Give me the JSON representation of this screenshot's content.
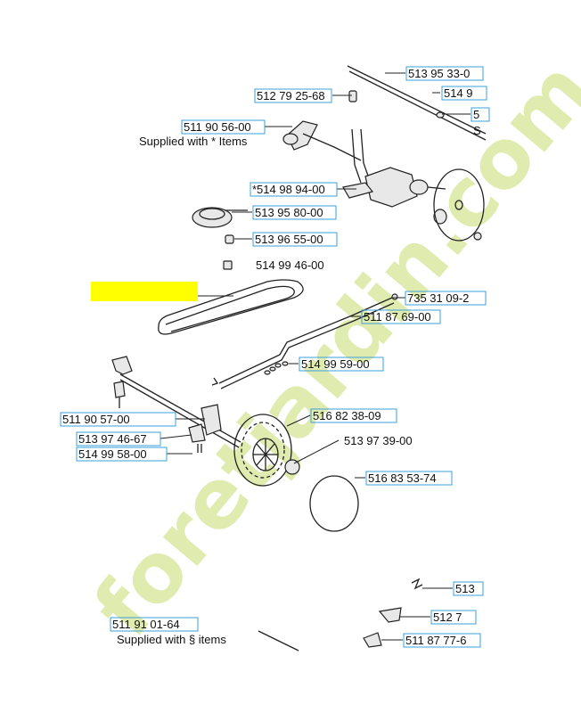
{
  "watermark": {
    "text": "foretjardin.com",
    "color": "#c8dc6e"
  },
  "highlight": {
    "color": "#ffff00"
  },
  "parts": [
    {
      "id": "p1",
      "number": "513 95 33-0",
      "boxed": true
    },
    {
      "id": "p2",
      "number": "512 79 25-68",
      "boxed": true
    },
    {
      "id": "p3",
      "number": "514 9",
      "boxed": true
    },
    {
      "id": "p4",
      "number": "5",
      "boxed": true
    },
    {
      "id": "p5",
      "number": "511 90 56-00",
      "boxed": true
    },
    {
      "id": "p6",
      "number": "*514 98 94-00",
      "boxed": true
    },
    {
      "id": "p7",
      "number": "513 95 80-00",
      "boxed": true
    },
    {
      "id": "p8",
      "number": "513 96 55-00",
      "boxed": true
    },
    {
      "id": "p9",
      "number": "514 99 46-00",
      "boxed": false
    },
    {
      "id": "p10",
      "number": "735 31 09-2",
      "boxed": true
    },
    {
      "id": "p11",
      "number": "511 87 69-00",
      "boxed": true
    },
    {
      "id": "p12",
      "number": "514 99 59-00",
      "boxed": true
    },
    {
      "id": "p13",
      "number": "516 82 38-09",
      "boxed": true
    },
    {
      "id": "p14",
      "number": "511 90 57-00",
      "boxed": true
    },
    {
      "id": "p15",
      "number": "513 97 46-67",
      "boxed": true
    },
    {
      "id": "p16",
      "number": "514 99 58-00",
      "boxed": true
    },
    {
      "id": "p17",
      "number": "513 97 39-00",
      "boxed": false
    },
    {
      "id": "p18",
      "number": "516 83 53-74",
      "boxed": true
    },
    {
      "id": "p19",
      "number": "513",
      "boxed": true
    },
    {
      "id": "p20",
      "number": "512 7",
      "boxed": true
    },
    {
      "id": "p21",
      "number": "511 87 77-6",
      "boxed": true
    },
    {
      "id": "p22",
      "number": "511 91 01-64",
      "boxed": true
    }
  ],
  "notes": {
    "supplied_star": "Supplied with * Items",
    "supplied_section": "Supplied with § items",
    "cut_s": "S"
  }
}
